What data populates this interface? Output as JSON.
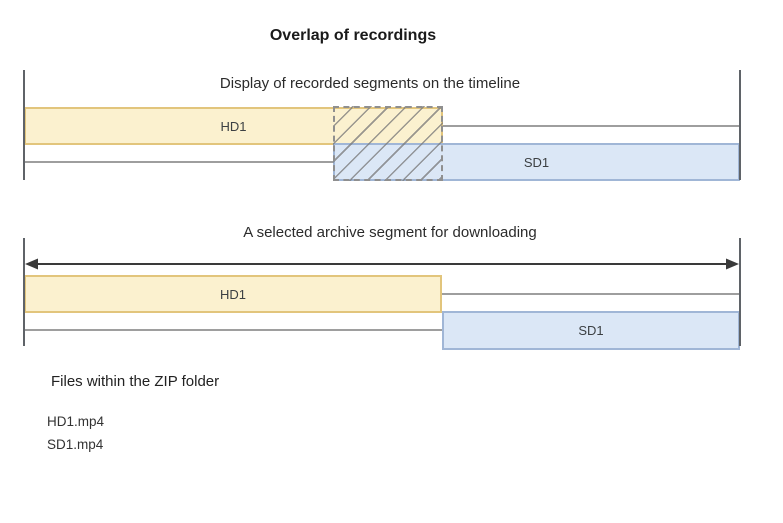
{
  "title": "Overlap of recordings",
  "colors": {
    "hd_fill": "#fbf1cf",
    "hd_border": "#e2c57c",
    "sd_fill": "#dbe7f6",
    "sd_border": "#a0b6d6",
    "track_line": "#9e9e9e",
    "boundary_line": "#5f6368",
    "arrow": "#3a3a3a",
    "hatch_line": "#787878"
  },
  "timeline1": {
    "caption": "Display of recorded segments on the timeline",
    "hd_label": "HD1",
    "sd_label": "SD1"
  },
  "timeline2": {
    "caption": "A selected archive segment for downloading",
    "hd_label": "HD1",
    "sd_label": "SD1"
  },
  "files": {
    "heading": "Files within the ZIP folder",
    "items": [
      "HD1.mp4",
      "SD1.mp4"
    ]
  }
}
